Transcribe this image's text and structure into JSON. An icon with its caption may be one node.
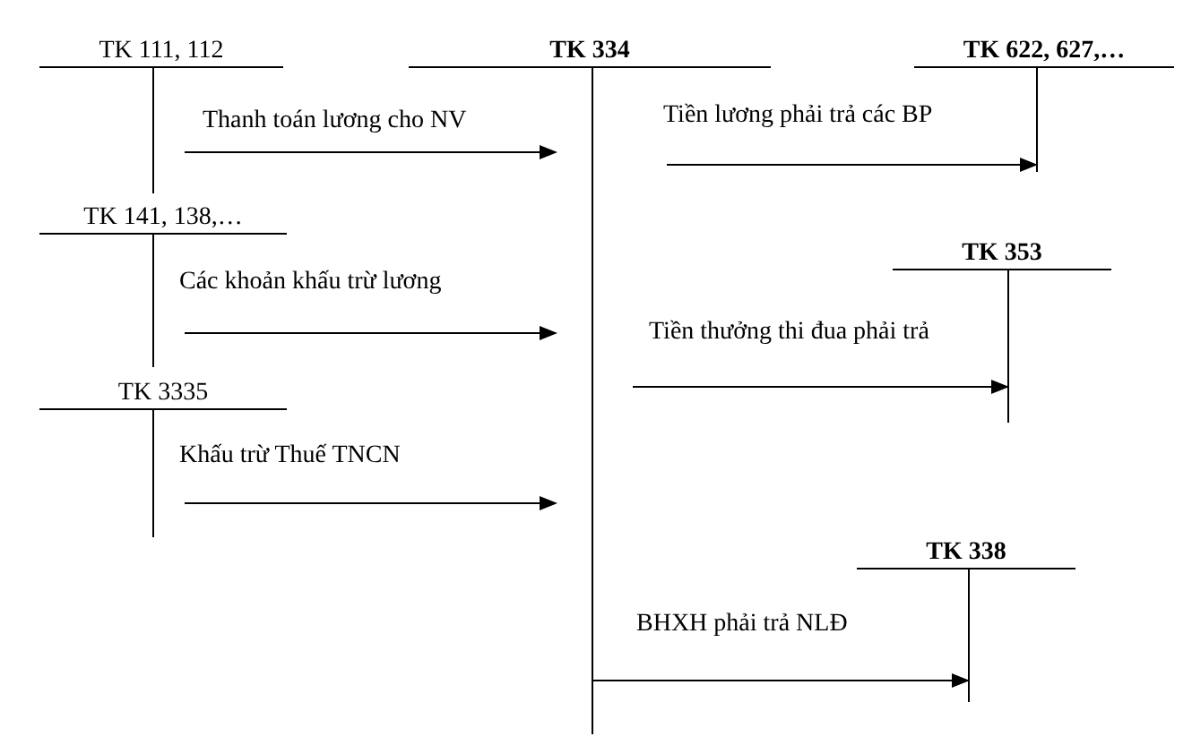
{
  "diagram": {
    "nodes": [
      {
        "text": [
          "TK 111, 112"
        ]
      },
      {
        "text": [
          "TK 334"
        ]
      },
      {
        "text": [
          "TK 622, 627,…"
        ]
      },
      {
        "text": [
          "TK 141, 138,…"
        ]
      },
      {
        "text": [
          "TK 353"
        ]
      },
      {
        "text": [
          "TK 3335"
        ]
      },
      {
        "text": [
          "TK 338"
        ]
      }
    ],
    "edges": [
      {
        "from": 0,
        "to": 1,
        "arrow": "to",
        "label": "Thanh toán lương cho NV"
      },
      {
        "from": 1,
        "to": 2,
        "arrow": "to",
        "label": "Tiền lương phải trả các BP"
      },
      {
        "from": 3,
        "to": 1,
        "arrow": "to",
        "label": "Các khoản khấu trừ lương"
      },
      {
        "from": 1,
        "to": 4,
        "arrow": "to",
        "label": "Tiền thưởng thi đua phải trả"
      },
      {
        "from": 5,
        "to": 1,
        "arrow": "to",
        "label": "Khấu trừ Thuế TNCN"
      },
      {
        "from": 1,
        "to": 6,
        "arrow": "to",
        "label": "BHXH phải trả NLĐ"
      }
    ]
  }
}
